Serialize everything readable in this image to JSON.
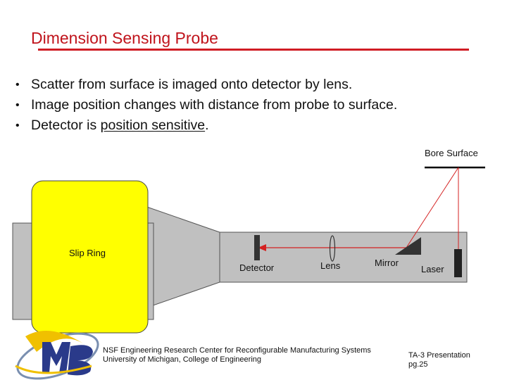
{
  "slide": {
    "title": "Dimension Sensing Probe",
    "bullets": [
      {
        "parts": [
          {
            "text": "Scatter from surface is imaged onto detector by lens.",
            "underline": false
          }
        ]
      },
      {
        "parts": [
          {
            "text": "Image position changes with distance from probe to surface.",
            "underline": false
          }
        ]
      },
      {
        "parts": [
          {
            "text": "Detector is ",
            "underline": false
          },
          {
            "text": "position sensitive",
            "underline": true
          },
          {
            "text": ".",
            "underline": false
          }
        ]
      }
    ]
  },
  "diagram": {
    "labels": {
      "bore_surface": "Bore Surface",
      "slip_ring": "Slip Ring",
      "detector": "Detector",
      "lens": "Lens",
      "mirror": "Mirror",
      "laser": "Laser"
    },
    "colors": {
      "slip_ring_fill": "#ffff00",
      "probe_body": "#c0c0c0",
      "beam": "#d42020",
      "outline": "#555555",
      "component": "#333333"
    }
  },
  "footer": {
    "org_line1": "NSF Engineering Research Center for Reconfigurable Manufacturing Systems",
    "org_line2": "University of Michigan, College of Engineering",
    "presentation": "TA-3 Presentation",
    "page": "pg.25"
  },
  "logo": {
    "icon": "erc-rms-logo-icon"
  }
}
